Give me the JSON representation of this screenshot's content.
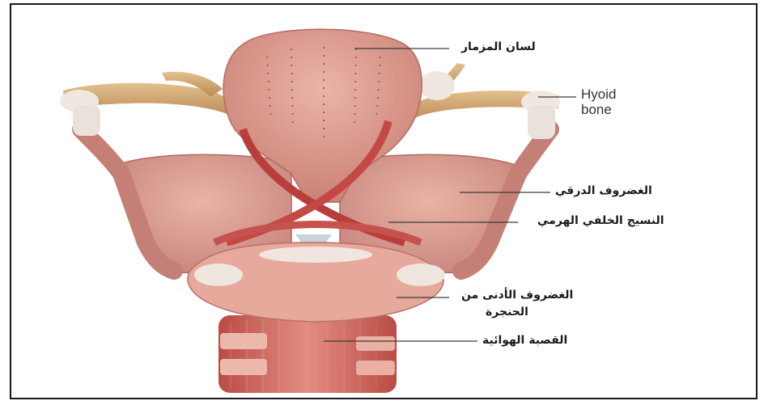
{
  "diagram": {
    "labels": {
      "epiglottis": "لسان المزمار",
      "hyoid_line1": "Hyoid",
      "hyoid_line2": "bone",
      "thyroid_cartilage": "الغضروف الدرقي",
      "arytenoid_tissue": "النسيج الخلفي الهرمي",
      "cricoid_line1": "الغضروف الأدنى من",
      "cricoid_line2": "الحنجرة",
      "trachea": "القصبة الهوائية"
    }
  }
}
